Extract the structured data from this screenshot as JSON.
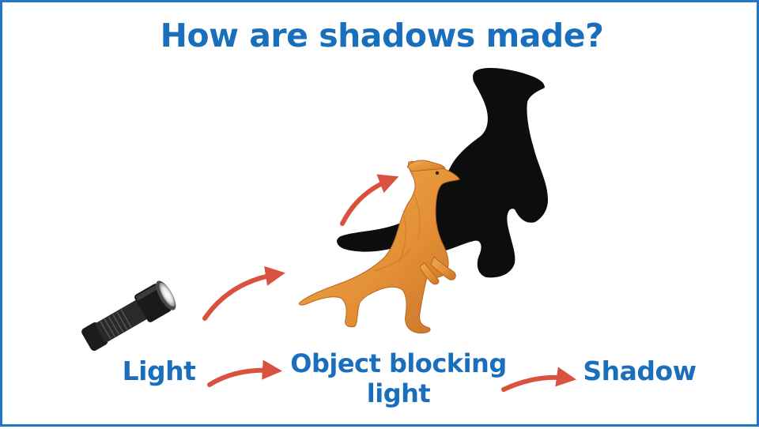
{
  "title": "How are shadows made?",
  "labels": {
    "light": "Light",
    "object_line1": "Object blocking",
    "object_line2": "light",
    "shadow": "Shadow"
  },
  "colors": {
    "heading_blue": "#1a6fbd",
    "border_blue": "#1f78c1",
    "arrow_red": "#d9513f",
    "dino_orange": "#e79a3c",
    "shadow_black": "#0d0d0d"
  },
  "icons": [
    "flashlight",
    "dinosaur-figure",
    "dinosaur-shadow",
    "curved-arrow"
  ]
}
